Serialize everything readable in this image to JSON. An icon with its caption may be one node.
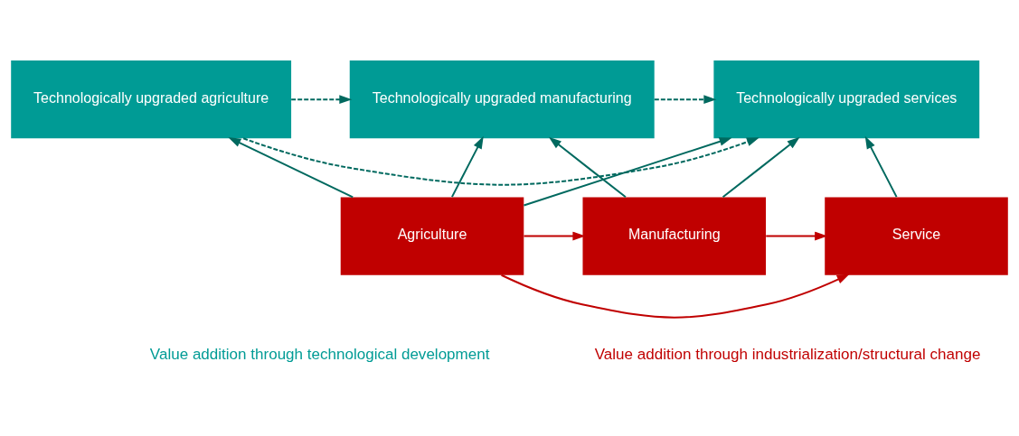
{
  "diagram": {
    "nodes": [
      {
        "text": [
          "Technologically upgraded agriculture"
        ]
      },
      {
        "text": [
          "Technologically upgraded manufacturing"
        ]
      },
      {
        "text": [
          "Technologically upgraded services"
        ]
      },
      {
        "text": [
          "Agriculture"
        ]
      },
      {
        "text": [
          "Manufacturing"
        ]
      },
      {
        "text": [
          "Service"
        ]
      }
    ],
    "edges": [
      {
        "from": 0,
        "to": 2,
        "arrow": "to",
        "style": "dashed"
      },
      {
        "from": 0,
        "to": 1,
        "arrow": "to",
        "style": "dashed"
      },
      {
        "from": 1,
        "to": 2,
        "arrow": "to",
        "style": "dashed"
      },
      {
        "from": 3,
        "to": 0,
        "arrow": "to"
      },
      {
        "from": 3,
        "to": 1,
        "arrow": "to"
      },
      {
        "from": 3,
        "to": 2,
        "arrow": "to"
      },
      {
        "from": 4,
        "to": 1,
        "arrow": "to"
      },
      {
        "from": 4,
        "to": 2,
        "arrow": "to"
      },
      {
        "from": 5,
        "to": 2,
        "arrow": "to"
      },
      {
        "from": 3,
        "to": 4,
        "arrow": "to",
        "color": "#c00000"
      },
      {
        "from": 4,
        "to": 5,
        "arrow": "to",
        "color": "#c00000"
      },
      {
        "from": 3,
        "to": 5,
        "arrow": "to",
        "color": "#c00000"
      }
    ],
    "labels": [
      "Value addition through technological development",
      "Value addition through industrialization/structural change"
    ]
  }
}
